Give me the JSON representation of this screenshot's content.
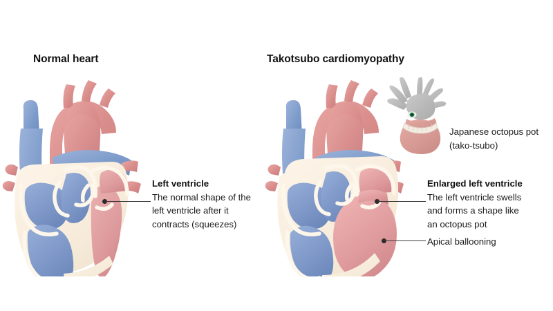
{
  "panels": [
    {
      "title": "Normal heart",
      "callouts": [
        {
          "title": "Left ventricle",
          "lines": [
            "The normal shape of the",
            "left ventricle after it",
            "contracts (squeezes)"
          ]
        }
      ]
    },
    {
      "title": "Takotsubo cardiomyopathy",
      "callouts": [
        {
          "title": "Enlarged left ventricle",
          "lines": [
            "The left ventricle swells",
            "and forms a shape like",
            "an octopus pot"
          ]
        },
        {
          "title": "Apical ballooning",
          "lines": []
        },
        {
          "title": "",
          "lines": [
            "Japanese octopus pot",
            "(tako-tsubo)"
          ]
        }
      ]
    }
  ],
  "colors": {
    "background": "#ffffff",
    "title_text": "#111111",
    "body_text": "#1a1a1a",
    "leader_line": "#3a3a3a",
    "leader_dot": "#2b2b2b",
    "artery_rose": "#d98d8b",
    "vein_blue": "#7e9ccb",
    "myocardium_cream": "#f7ecdb",
    "lv_cavity_pink": "#dd9a9c",
    "rv_cavity_blue": "#7b95c6",
    "octopus_gray": "#b8b8b8",
    "octopus_eye_green": "#1f7a4a",
    "pot_rose": "#d79a94",
    "rope_cream": "#f3ece2"
  }
}
